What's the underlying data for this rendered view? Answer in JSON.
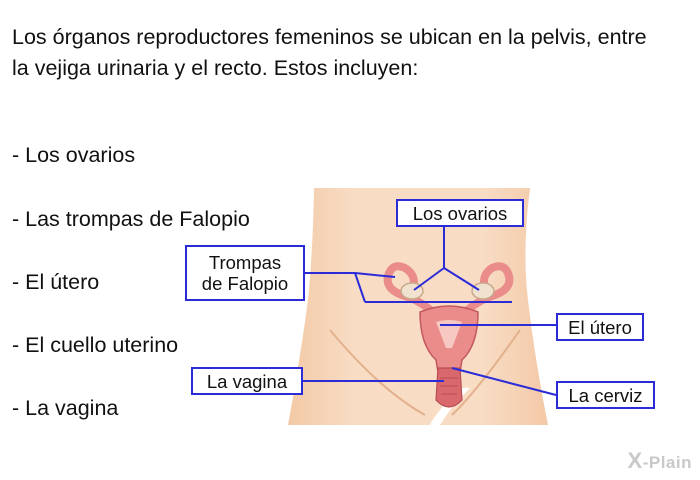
{
  "intro_text": "Los órganos reproductores femeninos se ubican en la pelvis, entre la vejiga urinaria y el recto. Estos incluyen:",
  "list_items": [
    "- Los ovarios",
    "- Las trompas de Falopio",
    "- El útero",
    "- El cuello uterino",
    "- La vagina"
  ],
  "labels": {
    "ovaries": "Los ovarios",
    "tubes_line1": "Trompas",
    "tubes_line2": "de Falopio",
    "uterus": "El útero",
    "vagina": "La vagina",
    "cervix": "La cerviz"
  },
  "logo": {
    "x": "X",
    "text": "-Plain"
  },
  "colors": {
    "label_border": "#2b2bd8",
    "skin": "#f6d7bd",
    "organ": "#e98c8a",
    "organ_dark": "#c4585e"
  }
}
